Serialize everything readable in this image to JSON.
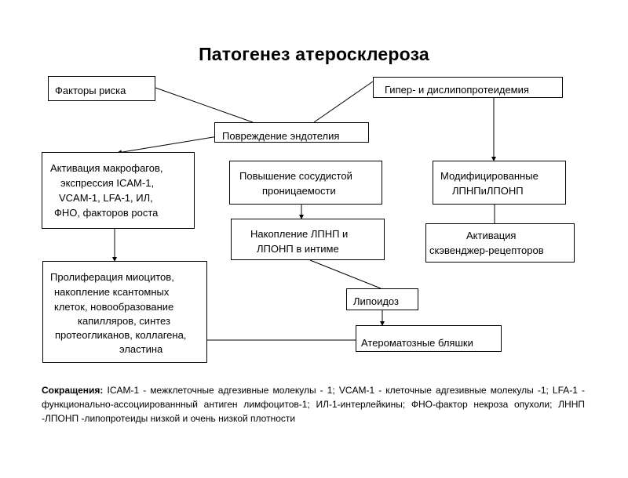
{
  "title": "Патогенез атеросклероза",
  "boxes": {
    "risk_factors": "Факторы риска",
    "hyperlipo": "Гипер- и дислипопротеидемия",
    "endothelium": "Повреждение эндотелия",
    "macrophages": [
      "Активация макрофагов,",
      "экспрессия ICAM-1,",
      "VCAM-1, LFA-1, ИЛ,",
      "ФНО, факторов роста"
    ],
    "permeability": [
      "Повышение сосудистой",
      "проницаемости"
    ],
    "modified": [
      "Модифицированные",
      "ЛПНПиЛПОНП"
    ],
    "accumulation": [
      "Накопление ЛПНП и",
      "ЛПОНП в интиме"
    ],
    "scavenger": [
      "Активация",
      "скэвенджер-рецепторов"
    ],
    "proliferation": [
      "Пролиферация миоцитов,",
      "накопление ксантомных",
      "клеток, новообразование",
      "капилляров, синтез",
      "протеогликанов, коллагена,",
      "эластина"
    ],
    "lipoidosis": "Липоидоз",
    "plaques": "Атероматозные бляшки"
  },
  "abbreviations": {
    "label": "Сокращения:",
    "text": " ICAM-1 - межклеточные адгезивные молекулы - 1; VCAM-1 - клеточные адгезивные молекулы -1; LFA-1 - функционально-ассоциированнный антиген лимфоцитов-1; ИЛ-1-интерлейкины; ФНО-фактор некроза опухоли; ЛННП -ЛПОНП -липопротеиды низкой и очень низкой плотности"
  }
}
